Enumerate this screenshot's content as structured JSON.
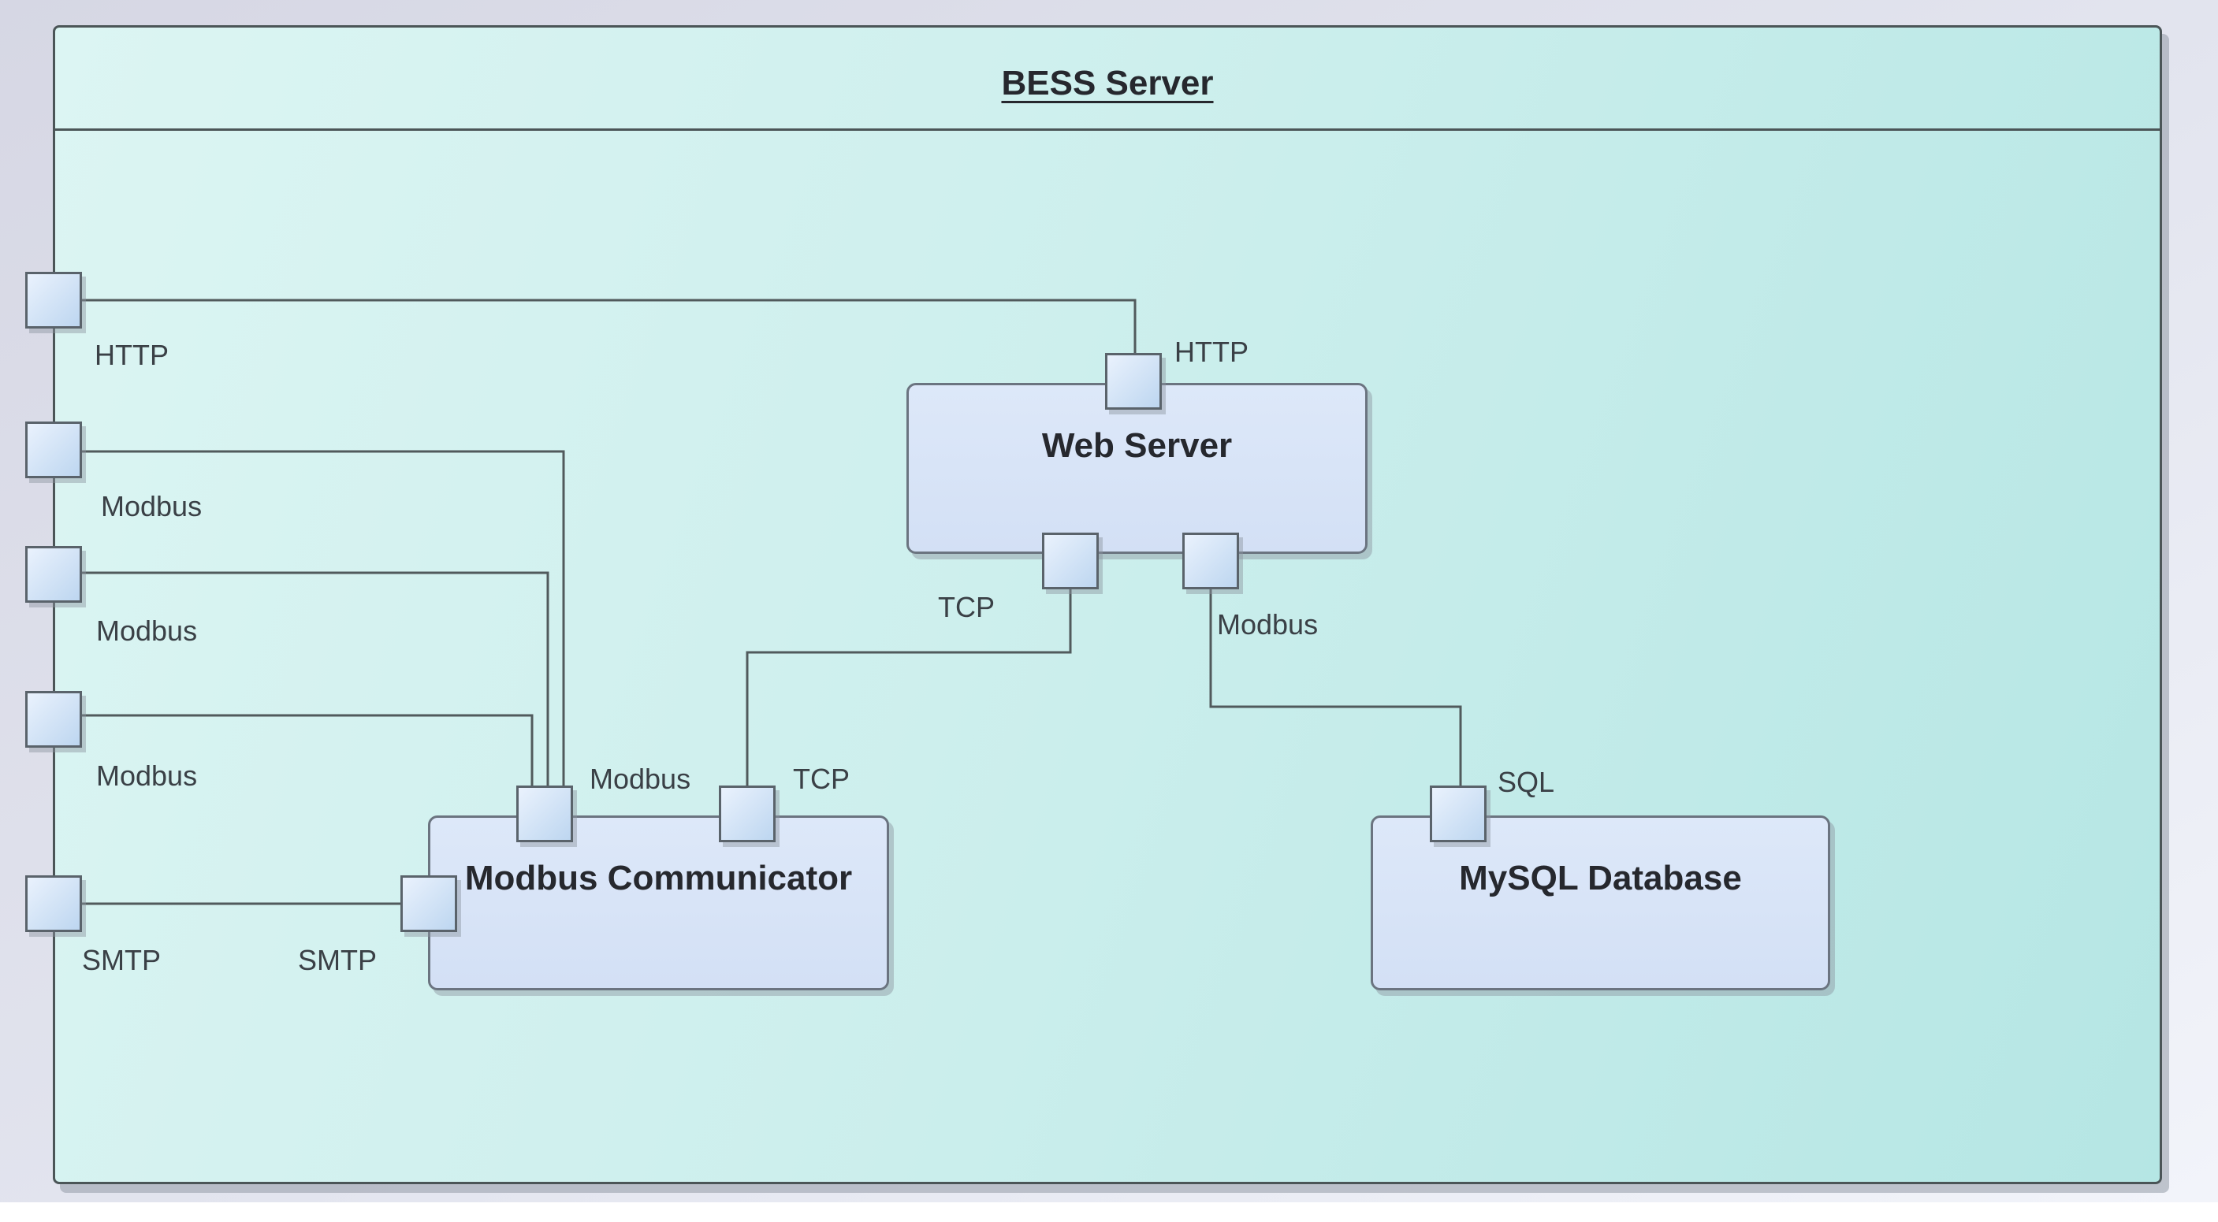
{
  "system": {
    "title": "BESS Server"
  },
  "left_edge_ports": [
    {
      "protocol": "HTTP"
    },
    {
      "protocol": "Modbus"
    },
    {
      "protocol": "Modbus"
    },
    {
      "protocol": "Modbus"
    },
    {
      "protocol": "SMTP"
    }
  ],
  "components": {
    "web_server": {
      "title": "Web Server",
      "ports": {
        "http": "HTTP",
        "tcp": "TCP",
        "modbus": "Modbus"
      }
    },
    "modbus_communicator": {
      "title": "Modbus Communicator",
      "ports": {
        "modbus": "Modbus",
        "tcp": "TCP",
        "smtp": "SMTP"
      }
    },
    "mysql_database": {
      "title": "MySQL Database",
      "ports": {
        "sql": "SQL"
      }
    }
  },
  "colors": {
    "canvas_top": "#d6d7e4",
    "canvas_bottom": "#f2f4fa",
    "boundary_fill_light": "#dcf5f3",
    "boundary_fill_dark": "#b5e6e4",
    "boundary_border": "#4b5557",
    "component_fill": "#dde8f9",
    "component_fill_dark": "#d3e0f5",
    "component_border": "#6b7480",
    "port_fill_light": "#eaf2fd",
    "port_fill_dark": "#bdd6f0",
    "port_border": "#5a636b",
    "connector": "#515a5c",
    "title_text": "#26282e",
    "label_text": "#3a4046"
  }
}
